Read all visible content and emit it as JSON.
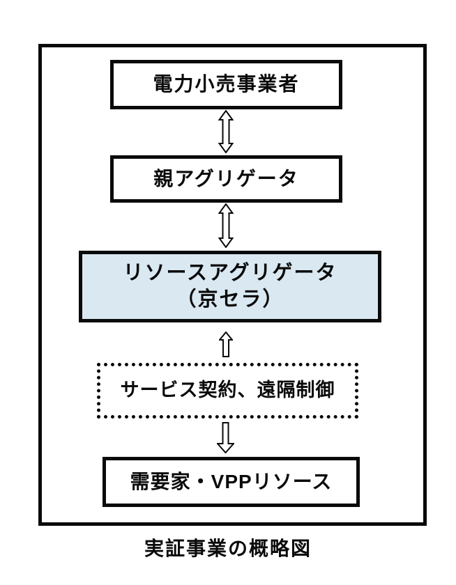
{
  "diagram": {
    "caption": "実証事業の概略図",
    "nodes": {
      "retailer": {
        "label": "電力小売事業者"
      },
      "parent_aggregator": {
        "label": "親アグリゲータ"
      },
      "resource_aggregator": {
        "label_line1": "リソースアグリゲータ",
        "label_line2": "（京セラ）",
        "fill": "#d9e8f1"
      },
      "service_contract": {
        "label": "サービス契約、遠隔制御"
      },
      "consumer": {
        "label": "需要家・VPPリソース"
      }
    },
    "connectors": [
      {
        "from": "retailer",
        "to": "parent_aggregator",
        "type": "double-arrow"
      },
      {
        "from": "parent_aggregator",
        "to": "resource_aggregator",
        "type": "double-arrow"
      },
      {
        "from": "service_contract",
        "to": "resource_aggregator",
        "type": "up-arrow"
      },
      {
        "from": "service_contract",
        "to": "consumer",
        "type": "down-arrow"
      }
    ],
    "colors": {
      "border": "#0a0a0a",
      "text": "#0a0a0a",
      "highlight_fill": "#d9e8f1",
      "background": "#ffffff"
    }
  }
}
